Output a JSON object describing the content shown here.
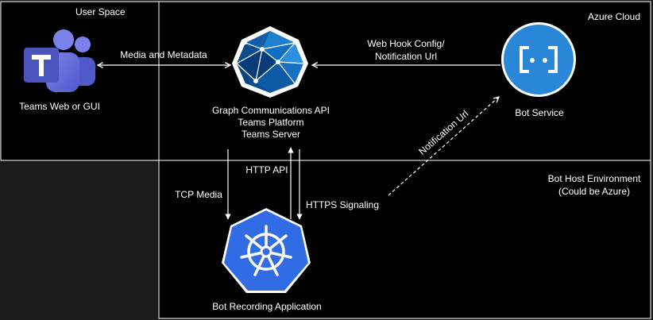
{
  "regions": {
    "user_space": "User Space",
    "azure_cloud": "Azure Cloud",
    "bot_host_line1": "Bot Host Environment",
    "bot_host_line2": "(Could be Azure)"
  },
  "nodes": {
    "teams": {
      "label": "Teams Web or GUI",
      "icon": "microsoft-teams-icon"
    },
    "graph": {
      "line1": "Graph Communications API",
      "line2": "Teams Platform",
      "line3": "Teams Server",
      "icon": "graph-api-icon"
    },
    "bot_service": {
      "label": "Bot Service",
      "icon": "bot-service-icon"
    },
    "recording_app": {
      "label": "Bot Recording Application",
      "icon": "kubernetes-helm-icon"
    }
  },
  "connections": {
    "media_metadata": "Media and Metadata",
    "webhook_line1": "Web Hook Config/",
    "webhook_line2": "Notification Url",
    "notification_url": "Notification Url",
    "http_api": "HTTP API",
    "tcp_media": "TCP Media",
    "https_signaling": "HTTPS Signaling"
  },
  "colors": {
    "background": "#000000",
    "outside": "#1b1b1b",
    "border": "#ffffff",
    "teams_purple": "#5059c9",
    "graph_blue": "#0c5aa6",
    "bot_service_blue": "#2a86d6",
    "kubernetes_blue": "#326ce5"
  }
}
